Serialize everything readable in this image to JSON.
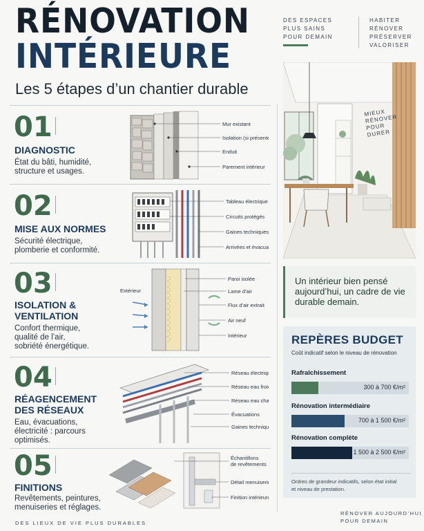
{
  "header": {
    "title_line1": "RÉNOVATION",
    "title_line2": "INTÉRIEURE",
    "subtitle": "Les 5 étapes d’un chantier durable",
    "tagline_left": [
      "DES ESPACES",
      "PLUS SAINS",
      "POUR DEMAIN"
    ],
    "tagline_right": [
      "HABITER",
      "RÉNOVER",
      "PRÉSERVER",
      "VALORISER"
    ]
  },
  "steps": [
    {
      "number": "01",
      "name_lines": [
        "DIAGNOSTIC"
      ],
      "desc_lines": [
        "État du bâti, humidité,",
        "structure et usages."
      ],
      "labels": [
        "Mur existant",
        "Isolation (si présente)",
        "Enduit",
        "Parement intérieur"
      ]
    },
    {
      "number": "02",
      "name_lines": [
        "MISE AUX NORMES"
      ],
      "desc_lines": [
        "Sécurité électrique,",
        "plomberie et conformité."
      ],
      "labels": [
        "Tableau électrique",
        "Circuits protégés",
        "Gaines techniques",
        "Arrivées et évacuations"
      ]
    },
    {
      "number": "03",
      "name_lines": [
        "ISOLATION &",
        "VENTILATION"
      ],
      "desc_lines": [
        "Confort thermique,",
        "qualité de l’air,",
        "sobriété énergétique."
      ],
      "labels": [
        "Paroi isolée",
        "Lame d’air",
        "Flux d’air extrait",
        "Air neuf",
        "Intérieur"
      ],
      "extra_label": "Extérieur"
    },
    {
      "number": "04",
      "name_lines": [
        "RÉAGENCEMENT",
        "DES RÉSEAUX"
      ],
      "desc_lines": [
        "Eau, évacuations,",
        "électricité : parcours",
        "optimisés."
      ],
      "labels": [
        "Réseau électrique",
        "Réseau eau froide",
        "Réseau eau chaude",
        "Évacuations",
        "Gaines techniques"
      ]
    },
    {
      "number": "05",
      "name_lines": [
        "FINITIONS"
      ],
      "desc_lines": [
        "Revêtements, peintures,",
        "menuiseries et réglages."
      ],
      "labels": [
        "Échantillons",
        "de revêtements",
        "Détail menuiserie",
        "Finition intérieure"
      ]
    }
  ],
  "room_sign": [
    "MIEUX",
    "RÉNOVER",
    "POUR",
    "DURER"
  ],
  "quote_lines": [
    "Un intérieur bien pensé",
    "aujourd’hui, un cadre de vie",
    "durable demain."
  ],
  "budget": {
    "title": "REPÈRES BUDGET",
    "subtitle": "Coût indicatif selon le niveau de rénovation",
    "items": [
      {
        "label": "Rafraîchissement",
        "value": "300 à 700 €/m²",
        "fill_fraction": 0.23,
        "color": "#4d7a5a"
      },
      {
        "label": "Rénovation intermédiaire",
        "value": "700 à 1 500 €/m²",
        "fill_fraction": 0.45,
        "color": "#2b4d6e"
      },
      {
        "label": "Rénovation complète",
        "value": "1 500 à 2 500 €/m²",
        "fill_fraction": 0.52,
        "color": "#14263b"
      }
    ],
    "note_lines": [
      "Ordres de grandeur indicatifs, selon état initial",
      "et niveau de prestation."
    ]
  },
  "footer": {
    "left": "DES LIEUX DE VIE PLUS DURABLES",
    "right_lines": [
      "RÉNOVER AUJOURD’HUI",
      "POUR DEMAIN"
    ]
  },
  "colors": {
    "green": "#3f6a4c",
    "navy": "#1b3a5c",
    "accent_green": "#4d7a5a"
  }
}
